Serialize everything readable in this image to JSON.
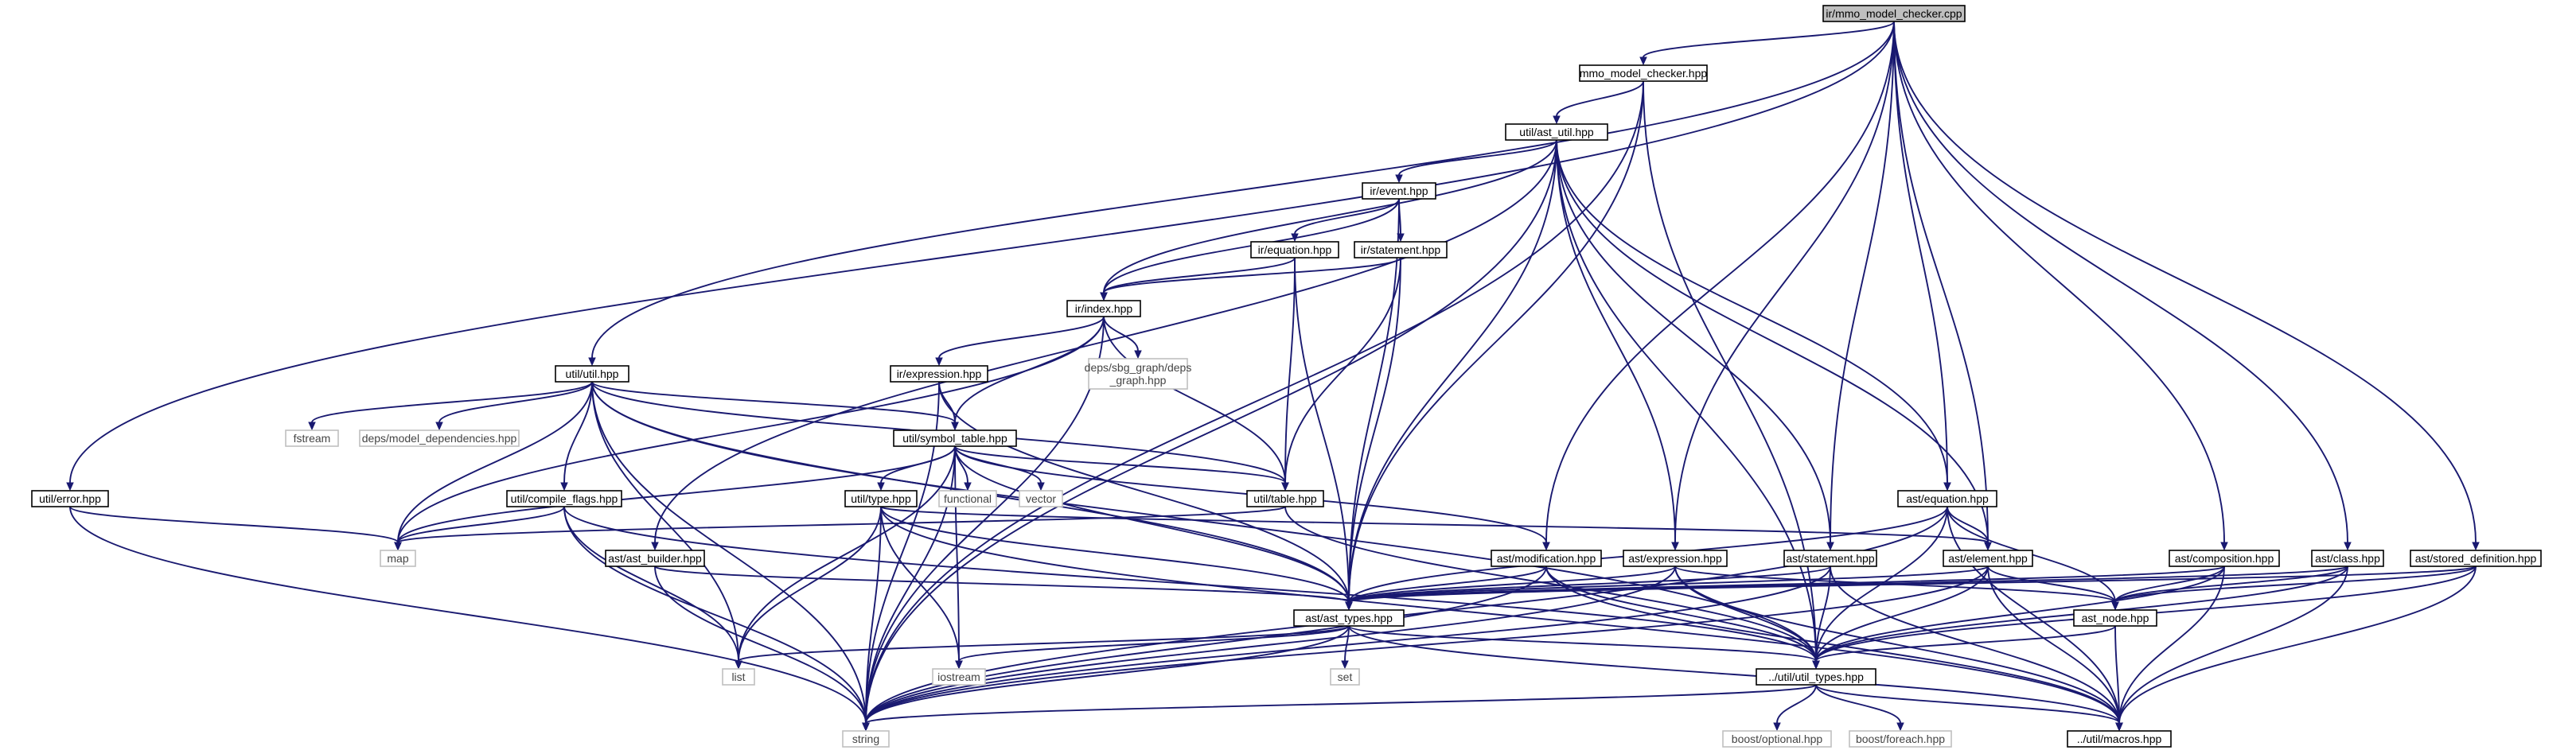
{
  "diagram": {
    "kind": "include-dependency-graph",
    "colors": {
      "edge": "#191970",
      "root_fill": "#bfbfbf",
      "node_border": "#000000",
      "system_node_border": "#bfbfbf",
      "background": "#ffffff"
    },
    "nodes": [
      {
        "id": "root",
        "label": "ir/mmo_model_checker.cpp",
        "style": "root"
      },
      {
        "id": "mmochk",
        "label": "mmo_model_checker.hpp",
        "style": "local"
      },
      {
        "id": "astutil",
        "label": "util/ast_util.hpp",
        "style": "local"
      },
      {
        "id": "event",
        "label": "ir/event.hpp",
        "style": "local"
      },
      {
        "id": "irequation",
        "label": "ir/equation.hpp",
        "style": "local"
      },
      {
        "id": "irstatement",
        "label": "ir/statement.hpp",
        "style": "local"
      },
      {
        "id": "irindex",
        "label": "ir/index.hpp",
        "style": "local"
      },
      {
        "id": "irexpression",
        "label": "ir/expression.hpp",
        "style": "local"
      },
      {
        "id": "depsgraph",
        "label": [
          "deps/sbg_graph/deps",
          "_graph.hpp"
        ],
        "style": "system"
      },
      {
        "id": "utilutil",
        "label": "util/util.hpp",
        "style": "local"
      },
      {
        "id": "fstream",
        "label": "fstream",
        "style": "system"
      },
      {
        "id": "depsmodel",
        "label": "deps/model_dependencies.hpp",
        "style": "system"
      },
      {
        "id": "symtab",
        "label": "util/symbol_table.hpp",
        "style": "local"
      },
      {
        "id": "utiltype",
        "label": "util/type.hpp",
        "style": "local"
      },
      {
        "id": "functional",
        "label": "functional",
        "style": "system"
      },
      {
        "id": "vector",
        "label": "vector",
        "style": "system"
      },
      {
        "id": "utiltable",
        "label": "util/table.hpp",
        "style": "local"
      },
      {
        "id": "compileflags",
        "label": "util/compile_flags.hpp",
        "style": "local"
      },
      {
        "id": "utilerror",
        "label": "util/error.hpp",
        "style": "local"
      },
      {
        "id": "map",
        "label": "map",
        "style": "system"
      },
      {
        "id": "astbuilder",
        "label": "ast/ast_builder.hpp",
        "style": "local"
      },
      {
        "id": "asteq",
        "label": "ast/equation.hpp",
        "style": "local"
      },
      {
        "id": "astmod",
        "label": "ast/modification.hpp",
        "style": "local"
      },
      {
        "id": "astexpr",
        "label": "ast/expression.hpp",
        "style": "local"
      },
      {
        "id": "aststmt",
        "label": "ast/statement.hpp",
        "style": "local"
      },
      {
        "id": "astelem",
        "label": "ast/element.hpp",
        "style": "local"
      },
      {
        "id": "astcomp",
        "label": "ast/composition.hpp",
        "style": "local"
      },
      {
        "id": "astclass",
        "label": "ast/class.hpp",
        "style": "local"
      },
      {
        "id": "aststored",
        "label": "ast/stored_definition.hpp",
        "style": "local"
      },
      {
        "id": "asttypes",
        "label": "ast/ast_types.hpp",
        "style": "local"
      },
      {
        "id": "astnode",
        "label": "ast_node.hpp",
        "style": "local"
      },
      {
        "id": "list",
        "label": "list",
        "style": "system"
      },
      {
        "id": "iostream",
        "label": "iostream",
        "style": "system"
      },
      {
        "id": "set",
        "label": "set",
        "style": "system"
      },
      {
        "id": "utiltypes",
        "label": "../util/util_types.hpp",
        "style": "local"
      },
      {
        "id": "string",
        "label": "string",
        "style": "system"
      },
      {
        "id": "boostopt",
        "label": "boost/optional.hpp",
        "style": "system"
      },
      {
        "id": "boostfe",
        "label": "boost/foreach.hpp",
        "style": "system"
      },
      {
        "id": "macros",
        "label": "../util/macros.hpp",
        "style": "local"
      }
    ],
    "edges": [
      [
        "root",
        "mmochk"
      ],
      [
        "root",
        "utilerror"
      ],
      [
        "root",
        "utilutil"
      ],
      [
        "root",
        "astmod"
      ],
      [
        "root",
        "astexpr"
      ],
      [
        "root",
        "aststmt"
      ],
      [
        "root",
        "asteq"
      ],
      [
        "root",
        "astelem"
      ],
      [
        "root",
        "astcomp"
      ],
      [
        "root",
        "astclass"
      ],
      [
        "root",
        "aststored"
      ],
      [
        "mmochk",
        "astutil"
      ],
      [
        "mmochk",
        "string"
      ],
      [
        "mmochk",
        "asttypes"
      ],
      [
        "mmochk",
        "utiltypes"
      ],
      [
        "astutil",
        "event"
      ],
      [
        "astutil",
        "irindex"
      ],
      [
        "astutil",
        "astbuilder"
      ],
      [
        "astutil",
        "string"
      ],
      [
        "astutil",
        "asttypes"
      ],
      [
        "astutil",
        "astexpr"
      ],
      [
        "astutil",
        "aststmt"
      ],
      [
        "astutil",
        "asteq"
      ],
      [
        "astutil",
        "utiltypes"
      ],
      [
        "astutil",
        "astelem"
      ],
      [
        "event",
        "irequation"
      ],
      [
        "event",
        "irstatement"
      ],
      [
        "event",
        "irindex"
      ],
      [
        "event",
        "asttypes"
      ],
      [
        "irequation",
        "irindex"
      ],
      [
        "irequation",
        "utiltable"
      ],
      [
        "irequation",
        "asttypes"
      ],
      [
        "irstatement",
        "irindex"
      ],
      [
        "irstatement",
        "utiltable"
      ],
      [
        "irstatement",
        "asttypes"
      ],
      [
        "irindex",
        "irexpression"
      ],
      [
        "irindex",
        "depsgraph"
      ],
      [
        "irindex",
        "symtab"
      ],
      [
        "irindex",
        "utiltable"
      ],
      [
        "irindex",
        "map"
      ],
      [
        "irindex",
        "string"
      ],
      [
        "irexpression",
        "symtab"
      ],
      [
        "irexpression",
        "asttypes"
      ],
      [
        "irexpression",
        "string"
      ],
      [
        "utilutil",
        "fstream"
      ],
      [
        "utilutil",
        "depsmodel"
      ],
      [
        "utilutil",
        "symtab"
      ],
      [
        "utilutil",
        "compileflags"
      ],
      [
        "utilutil",
        "utiltable"
      ],
      [
        "utilutil",
        "map"
      ],
      [
        "utilutil",
        "list"
      ],
      [
        "utilutil",
        "string"
      ],
      [
        "utilutil",
        "asttypes"
      ],
      [
        "utilutil",
        "utiltypes"
      ],
      [
        "symtab",
        "utiltype"
      ],
      [
        "symtab",
        "functional"
      ],
      [
        "symtab",
        "vector"
      ],
      [
        "symtab",
        "utiltable"
      ],
      [
        "symtab",
        "map"
      ],
      [
        "symtab",
        "list"
      ],
      [
        "symtab",
        "iostream"
      ],
      [
        "symtab",
        "string"
      ],
      [
        "symtab",
        "asttypes"
      ],
      [
        "symtab",
        "astmod"
      ],
      [
        "utiltype",
        "list"
      ],
      [
        "utiltype",
        "iostream"
      ],
      [
        "utiltype",
        "string"
      ],
      [
        "utiltype",
        "asttypes"
      ],
      [
        "utiltype",
        "astelem"
      ],
      [
        "utiltype",
        "macros"
      ],
      [
        "utiltable",
        "map"
      ],
      [
        "utiltable",
        "utiltypes"
      ],
      [
        "compileflags",
        "map"
      ],
      [
        "compileflags",
        "list"
      ],
      [
        "compileflags",
        "string"
      ],
      [
        "compileflags",
        "utiltypes"
      ],
      [
        "utilerror",
        "map"
      ],
      [
        "utilerror",
        "string"
      ],
      [
        "astbuilder",
        "asttypes"
      ],
      [
        "astbuilder",
        "string"
      ],
      [
        "asteq",
        "astelem"
      ],
      [
        "asteq",
        "astnode"
      ],
      [
        "asteq",
        "asttypes"
      ],
      [
        "asteq",
        "utiltypes"
      ],
      [
        "asteq",
        "string"
      ],
      [
        "asteq",
        "macros"
      ],
      [
        "astmod",
        "asttypes"
      ],
      [
        "astmod",
        "utiltypes"
      ],
      [
        "astmod",
        "string"
      ],
      [
        "astmod",
        "macros"
      ],
      [
        "astexpr",
        "asttypes"
      ],
      [
        "astexpr",
        "astnode"
      ],
      [
        "astexpr",
        "utiltypes"
      ],
      [
        "astexpr",
        "string"
      ],
      [
        "astexpr",
        "macros"
      ],
      [
        "aststmt",
        "asttypes"
      ],
      [
        "aststmt",
        "utiltypes"
      ],
      [
        "aststmt",
        "string"
      ],
      [
        "aststmt",
        "macros"
      ],
      [
        "astelem",
        "asttypes"
      ],
      [
        "astelem",
        "astnode"
      ],
      [
        "astelem",
        "utiltypes"
      ],
      [
        "astelem",
        "string"
      ],
      [
        "astelem",
        "macros"
      ],
      [
        "astcomp",
        "asttypes"
      ],
      [
        "astcomp",
        "astnode"
      ],
      [
        "astcomp",
        "utiltypes"
      ],
      [
        "astcomp",
        "macros"
      ],
      [
        "astclass",
        "asttypes"
      ],
      [
        "astclass",
        "astnode"
      ],
      [
        "astclass",
        "utiltypes"
      ],
      [
        "astclass",
        "macros"
      ],
      [
        "aststored",
        "asttypes"
      ],
      [
        "aststored",
        "astnode"
      ],
      [
        "aststored",
        "utiltypes"
      ],
      [
        "aststored",
        "macros"
      ],
      [
        "asttypes",
        "list"
      ],
      [
        "asttypes",
        "iostream"
      ],
      [
        "asttypes",
        "set"
      ],
      [
        "asttypes",
        "string"
      ],
      [
        "asttypes",
        "utiltypes"
      ],
      [
        "asttypes",
        "macros"
      ],
      [
        "astnode",
        "utiltypes"
      ],
      [
        "astnode",
        "macros"
      ],
      [
        "utiltypes",
        "string"
      ],
      [
        "utiltypes",
        "boostopt"
      ],
      [
        "utiltypes",
        "boostfe"
      ],
      [
        "utiltypes",
        "macros"
      ]
    ]
  }
}
